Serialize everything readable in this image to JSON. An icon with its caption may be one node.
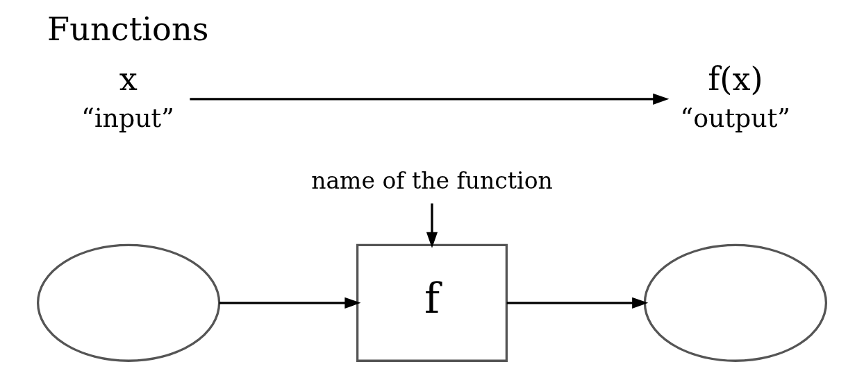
{
  "diagram": {
    "title": "Functions",
    "nodes": [
      {
        "text": [],
        "shape": "ellipse"
      },
      {
        "text": [
          "f"
        ]
      },
      {
        "text": [],
        "shape": "ellipse"
      },
      {
        "text": [
          "x"
        ],
        "beside": [
          "“input”"
        ]
      },
      {
        "text": [
          "f(x)"
        ],
        "beside": [
          "“output”"
        ]
      },
      {
        "text": [
          "name of the function"
        ]
      }
    ],
    "edges": [
      {
        "from": 0,
        "to": 1,
        "arrow": "to"
      },
      {
        "from": 1,
        "to": 2,
        "arrow": "to"
      },
      {
        "from": 3,
        "to": 4,
        "arrow": "to"
      },
      {
        "from": 5,
        "to": 1,
        "arrow": "to"
      }
    ]
  }
}
